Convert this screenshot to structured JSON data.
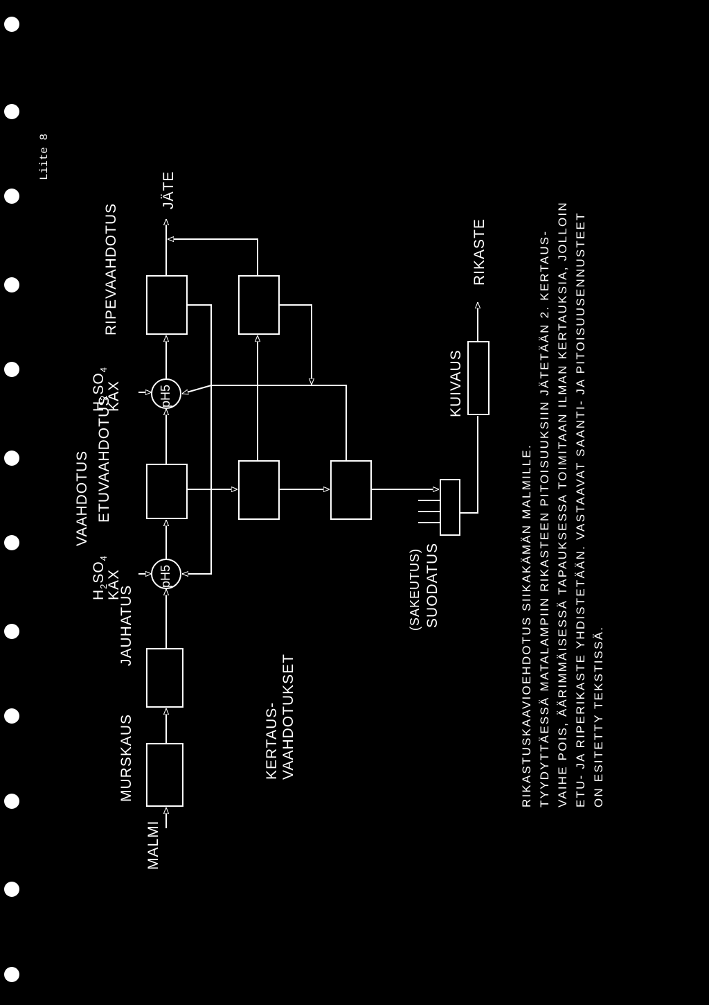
{
  "page": {
    "corner_label": "Liite 8"
  },
  "diagram": {
    "malmi": "MALMI",
    "murskaus": "MURSKAUS",
    "jauhatus": "JAUHATUS",
    "reagent1_line1": "H2SO4",
    "reagent1_line2": "KAX",
    "vaahdotus": "VAAHDOTUS",
    "etuvaahdotus": "ETUVAAHDOTUS",
    "reagent2_line1": "H2SO4",
    "reagent2_line2": "KAX",
    "ripevaahdotus": "RIPEVAAHDOTUS",
    "jate": "JÄTE",
    "ph_label_1": "pH5",
    "ph_label_2": "pH5",
    "kertaus_line1": "KERTAUS-",
    "kertaus_line2": "VAAHDOTUKSET",
    "sakeutus": "(SAKEUTUS)",
    "suodatus": "SUODATUS",
    "kuivaus": "KUIVAUS",
    "rikaste": "RIKASTE"
  },
  "caption": {
    "lines": [
      "RIKASTUSKAAVIOEHDOTUS SIIKAKÄMÄN MALMILLE.",
      "TYYDYTTÄESSÄ MATALAMPIIN RIKASTEEN PITOISUUKSIIN JÄTETÄÄN 2. KERTAUS-",
      "VAIHE POIS, ÄÄRIMMÄISESSÄ TAPAUKSESSA TOIMITAAN ILMAN KERTAUKSIA, JOLLOIN",
      "ETU- JA RIPERIKASTE YHDISTETÄÄN. VASTAAVAT SAANTI- JA PITOISUUSENNUSTEET",
      "ON ESITETTY TEKSTISSÄ."
    ]
  }
}
